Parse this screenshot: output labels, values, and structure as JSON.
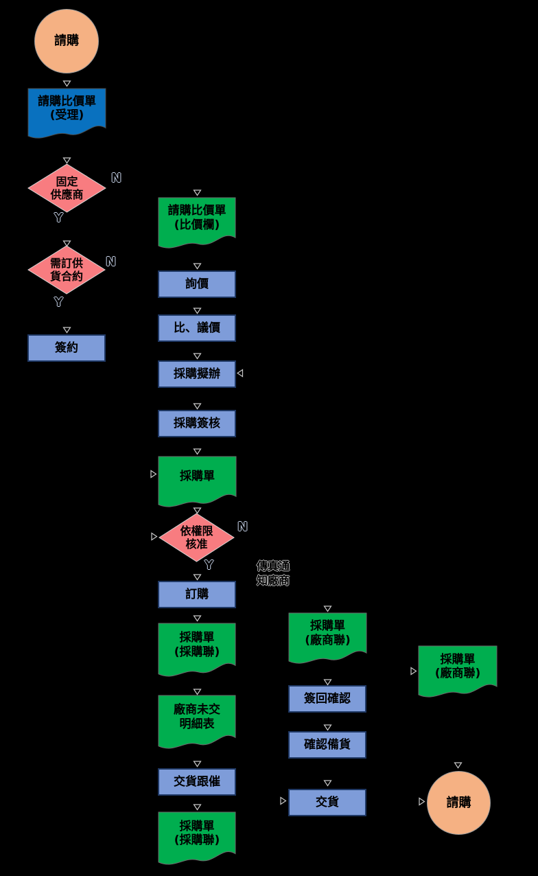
{
  "diagram": {
    "title": "purchase-process-flowchart",
    "colors": {
      "bg": "#000000",
      "circle-bg": "#F5B183",
      "rect-bg": "#7E9CD9",
      "rect-border": "#1F3864",
      "doc-blue-bg": "#0971BF",
      "doc-green-bg": "#00AE4F",
      "diamond-bg": "#F87C80",
      "outline": "#D6D6D6"
    },
    "nodes": {
      "start": {
        "text": "請購"
      },
      "doc_request_accept": {
        "text": "請購比價單\n(受理)"
      },
      "dec_fixed_supplier": {
        "text": "固定\n供應商"
      },
      "dec_need_contract": {
        "text": "需訂供\n貨合約"
      },
      "rect_sign_contract": {
        "text": "簽約"
      },
      "doc_compare_column": {
        "text": "請購比價單\n(比價欄)"
      },
      "rect_inquiry": {
        "text": "詢價"
      },
      "rect_compare_negotiate": {
        "text": "比、議價"
      },
      "rect_purchase_draft": {
        "text": "採購擬辦"
      },
      "rect_purchase_sign": {
        "text": "採購簽核"
      },
      "doc_purchase_order": {
        "text": "採購單"
      },
      "dec_authority_approval": {
        "text": "依權限\n核准"
      },
      "rect_place_order": {
        "text": "訂購"
      },
      "doc_po_purchase_copy_a": {
        "text": "採購單\n(採購聯)"
      },
      "doc_vendor_undelivered": {
        "text": "廠商未交\n明細表"
      },
      "rect_delivery_followup": {
        "text": "交貨跟催"
      },
      "doc_po_purchase_copy_b": {
        "text": "採購單\n(採購聯)"
      },
      "doc_po_vendor_copy_a": {
        "text": "採購單\n(廠商聯)"
      },
      "rect_signback_confirm": {
        "text": "簽回確認"
      },
      "rect_confirm_stock": {
        "text": "確認備貨"
      },
      "rect_delivery": {
        "text": "交貨"
      },
      "doc_po_vendor_copy_b": {
        "text": "採購單\n(廠商聯)"
      },
      "end": {
        "text": "請購"
      }
    },
    "edge_labels": {
      "n_fixed_supplier": "N",
      "y_fixed_supplier": "Y",
      "n_need_contract": "N",
      "y_need_contract": "Y",
      "n_authority": "N",
      "y_authority": "Y",
      "fax_note": "傳真通\n知廠商"
    }
  }
}
